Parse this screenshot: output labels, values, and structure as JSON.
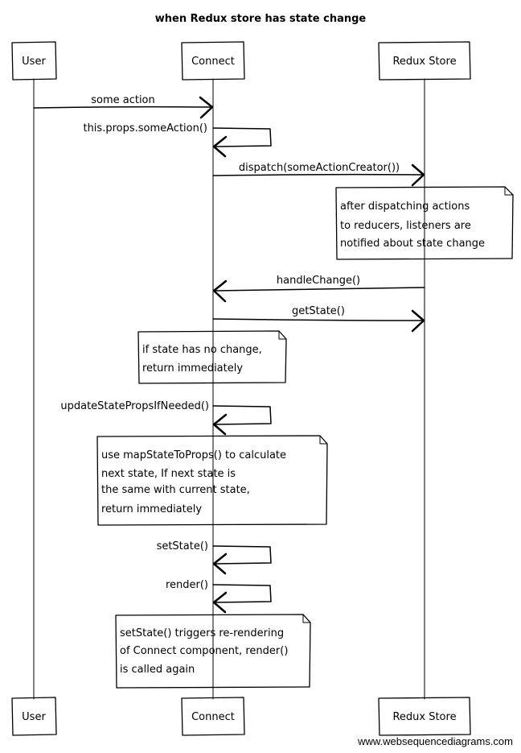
{
  "diagram": {
    "title": "when Redux store has state change",
    "participants": [
      {
        "id": "user",
        "label": "User"
      },
      {
        "id": "connect",
        "label": "Connect"
      },
      {
        "id": "store",
        "label": "Redux Store"
      }
    ],
    "messages": [
      {
        "label": "some action"
      },
      {
        "label": "this.props.someAction()"
      },
      {
        "label": "dispatch(someActionCreator())"
      },
      {
        "label": "handleChange()"
      },
      {
        "label": "getState()"
      },
      {
        "label": "updateStatePropsIfNeeded()"
      },
      {
        "label": "setState()"
      },
      {
        "label": "render()"
      }
    ],
    "notes": [
      {
        "lines": [
          "after dispatching actions",
          "to reducers, listeners are",
          "notified about state change"
        ]
      },
      {
        "lines": [
          "if state has no change,",
          "return immediately"
        ]
      },
      {
        "lines": [
          "use mapStateToProps() to calculate",
          "next state, If next state is",
          "the same with current state,",
          "return immediately"
        ]
      },
      {
        "lines": [
          "setState() triggers re-rendering",
          "of Connect component, render()",
          "is called again"
        ]
      }
    ],
    "watermark": "www.websequencediagrams.com"
  }
}
